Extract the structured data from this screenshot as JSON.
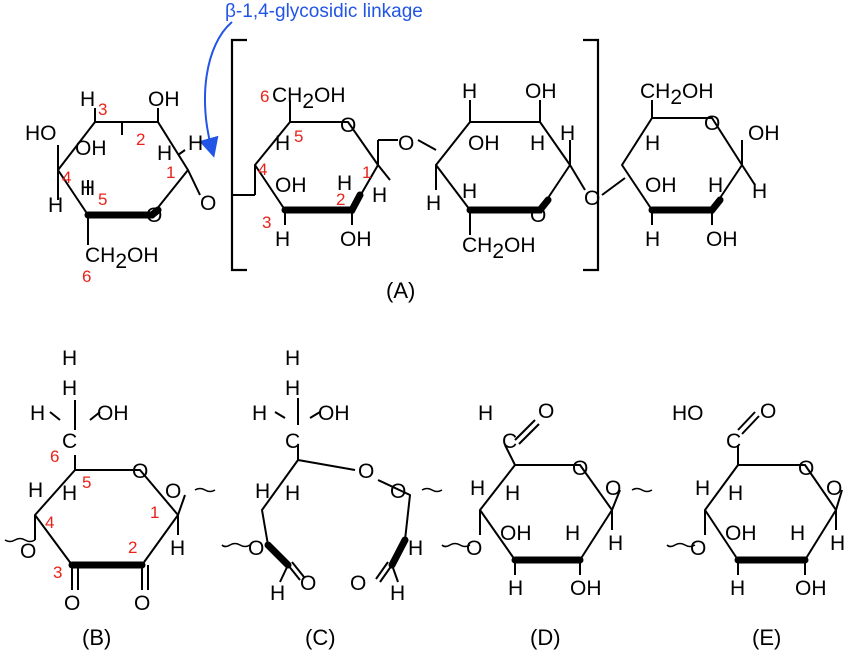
{
  "annotation": {
    "linkage": "β-1,4-glycosidic linkage",
    "arrow_color": "#2255e6"
  },
  "labels": {
    "caption_a": "(A)",
    "caption_b": "(B)",
    "caption_c": "(C)",
    "caption_d": "(D)",
    "caption_e": "(E)"
  },
  "atoms": {
    "H": "H",
    "O": "O",
    "OH": "OH",
    "HO": "HO",
    "CH2OH": "CH",
    "sub2": "2",
    "OH_tail": "OH",
    "C": "C"
  },
  "numbers": {
    "n1": "1",
    "n2": "2",
    "n3": "3",
    "n4": "4",
    "n5": "5",
    "n6": "6"
  },
  "colors": {
    "atom_number": "#e8231b",
    "bonds": "#000000"
  }
}
